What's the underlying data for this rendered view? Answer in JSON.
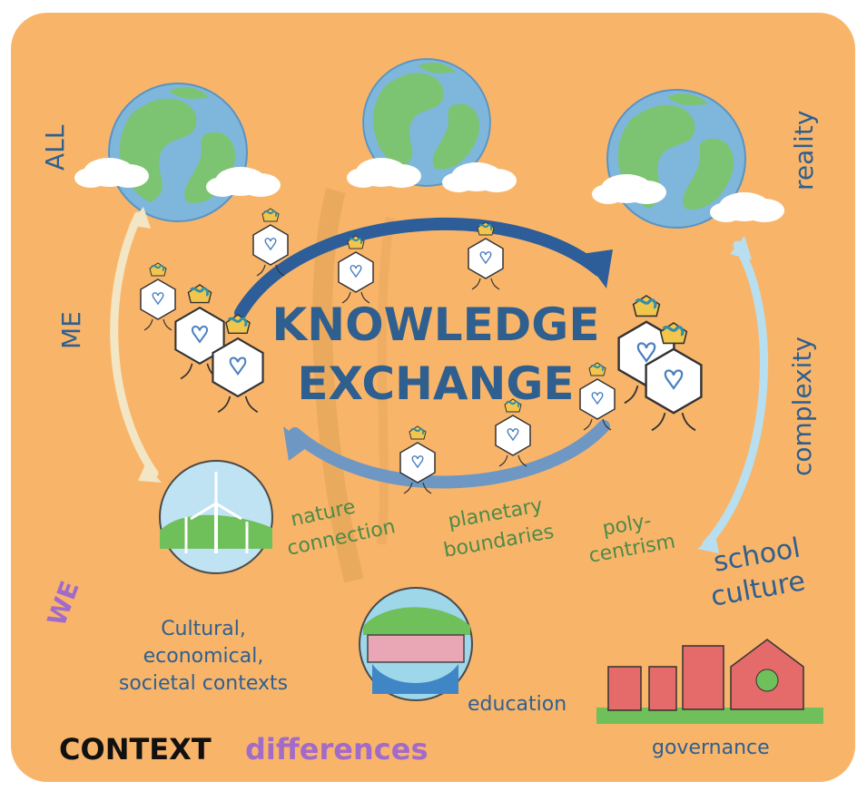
{
  "title": {
    "line1": "KNOWLEDGE",
    "line2": "EXCHANGE"
  },
  "side_labels": {
    "all": "ALL",
    "me": "ME",
    "we": "WE",
    "reality": "reality",
    "complexity": "complexity"
  },
  "topic_labels": {
    "nature_connection": [
      "nature",
      "connection"
    ],
    "planetary_boundaries": [
      "planetary",
      "boundaries"
    ],
    "polycentrism": [
      "poly-",
      "centrism"
    ],
    "school_culture": [
      "school",
      "culture"
    ],
    "contexts": [
      "Cultural,",
      "economical,",
      "societal contexts"
    ],
    "education": "education",
    "governance": "governance",
    "context": "CONTEXT",
    "differences": "differences"
  },
  "colors": {
    "background": "#f8b56a",
    "blue_dark": "#2f5f8f",
    "arrow_dark": "#2d5e99",
    "arrow_light": "#6f97c3",
    "cream_arrow": "#f3e6c4",
    "light_blue_arrow": "#b7dff0",
    "green_text": "#4e8a47",
    "purple": "#a26bc9",
    "black": "#111111"
  },
  "icons": [
    "earth-globe-icon",
    "cloud-icon",
    "agent-figure-icon",
    "infinity-head-icon",
    "heart-icon",
    "wind-turbine-icon",
    "dam-icon",
    "factory-icon"
  ]
}
